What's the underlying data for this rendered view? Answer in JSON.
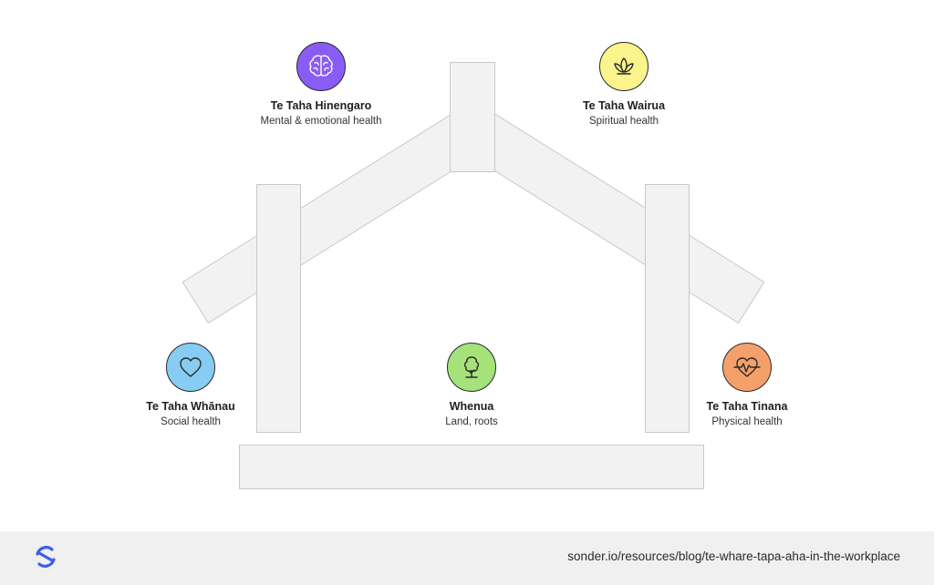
{
  "dimensions": [
    {
      "key": "hinengaro",
      "title": "Te Taha Hinengaro",
      "subtitle": "Mental & emotional health",
      "color": "#8a5cf6",
      "icon": "brain-icon"
    },
    {
      "key": "wairua",
      "title": "Te Taha Wairua",
      "subtitle": "Spiritual health",
      "color": "#fbf38c",
      "icon": "lotus-icon"
    },
    {
      "key": "whanau",
      "title": "Te Taha Whānau",
      "subtitle": "Social health",
      "color": "#87ccf2",
      "icon": "heart-icon"
    },
    {
      "key": "whenua",
      "title": "Whenua",
      "subtitle": "Land, roots",
      "color": "#a6e27a",
      "icon": "tree-icon"
    },
    {
      "key": "tinana",
      "title": "Te Taha Tinana",
      "subtitle": "Physical health",
      "color": "#f5a06a",
      "icon": "heartbeat-icon"
    }
  ],
  "house": {
    "fill": "#f2f2f2",
    "stroke": "#c9c9c9"
  },
  "footer": {
    "source_url": "sonder.io/resources/blog/te-whare-tapa-aha-in-the-workplace",
    "logo_icon": "sonder-logo-icon",
    "logo_color": "#3f5fe8",
    "background": "#f0f0f0"
  }
}
